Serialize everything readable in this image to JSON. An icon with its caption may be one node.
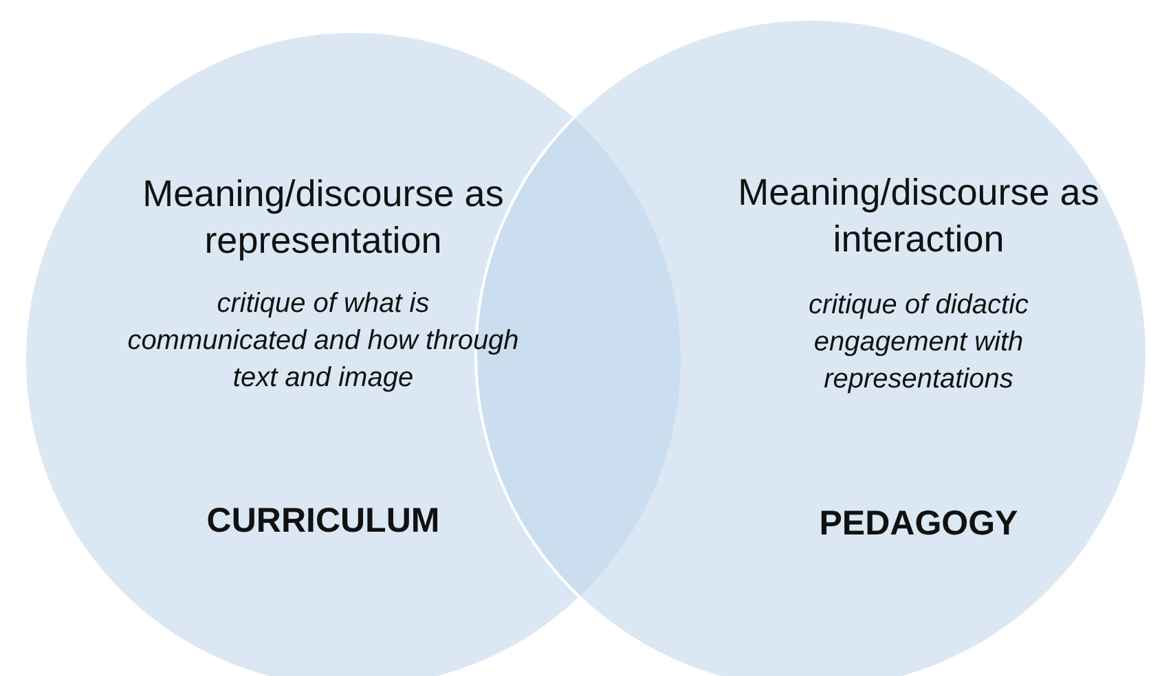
{
  "diagram": {
    "nodes": [
      {
        "text": [
          "Meaning/discourse as representation",
          "critique of what is communicated and how through text and image",
          "CURRICULUM"
        ]
      },
      {
        "text": [
          "Meaning/discourse as interaction",
          "critique of didactic engagement with representations",
          "PEDAGOGY"
        ]
      }
    ],
    "edges": []
  }
}
